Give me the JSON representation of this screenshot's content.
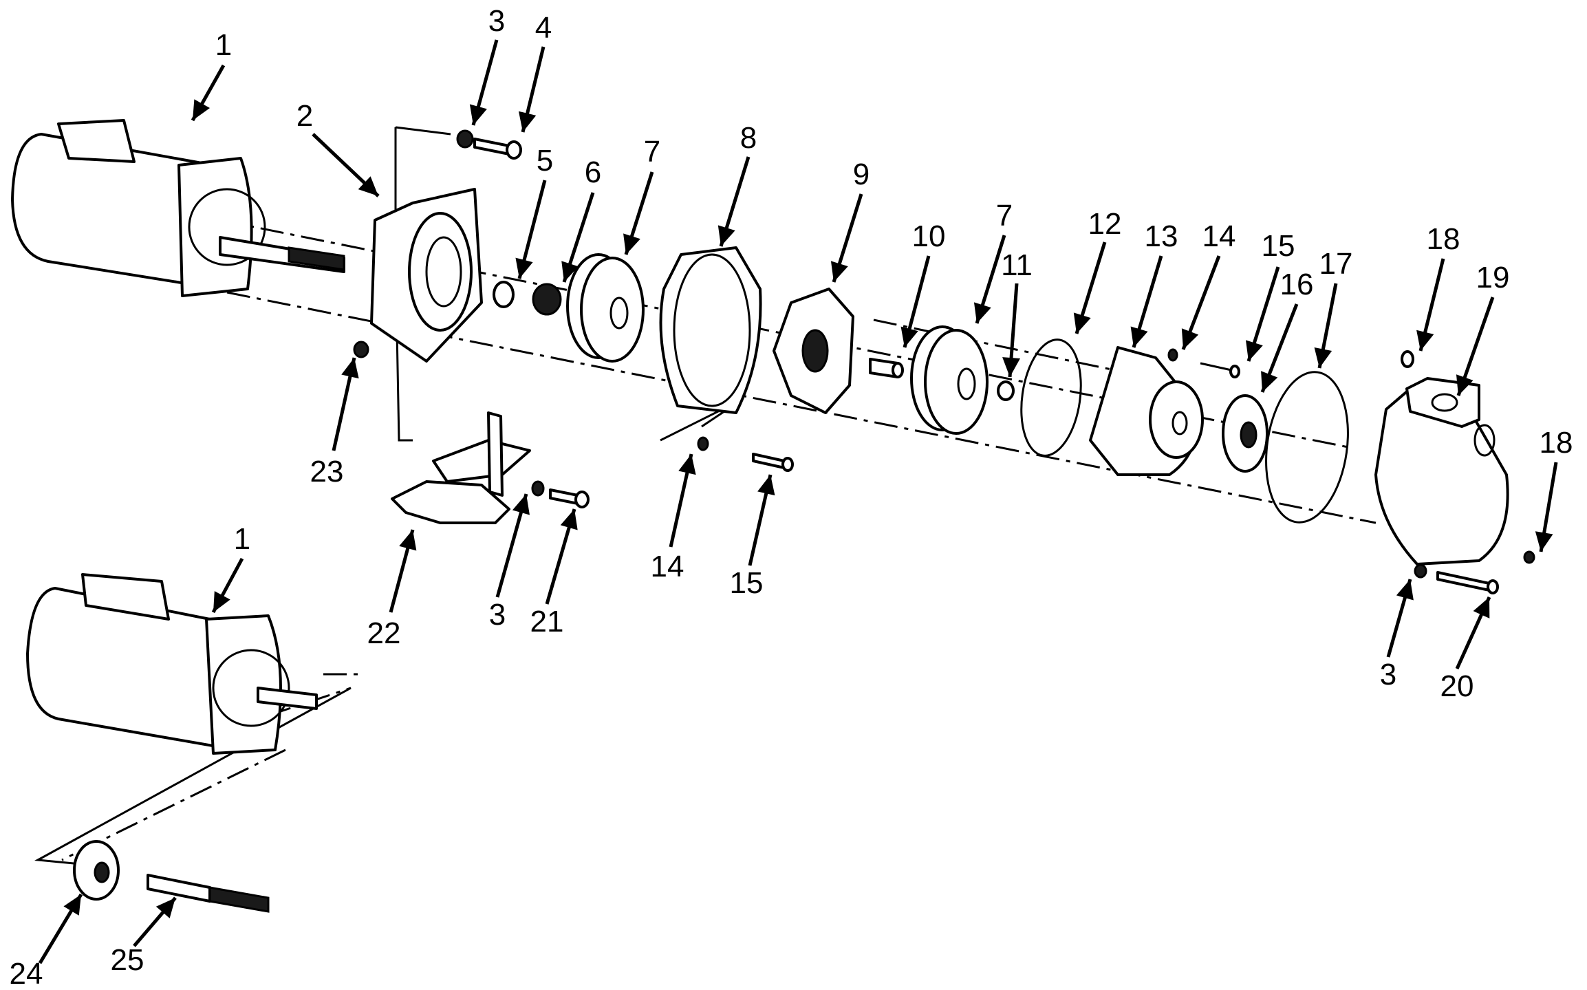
{
  "callouts": [
    {
      "id": "c1a",
      "text": "1"
    },
    {
      "id": "c2",
      "text": "2"
    },
    {
      "id": "c3a",
      "text": "3"
    },
    {
      "id": "c4",
      "text": "4"
    },
    {
      "id": "c5",
      "text": "5"
    },
    {
      "id": "c6",
      "text": "6"
    },
    {
      "id": "c7a",
      "text": "7"
    },
    {
      "id": "c8",
      "text": "8"
    },
    {
      "id": "c9",
      "text": "9"
    },
    {
      "id": "c10",
      "text": "10"
    },
    {
      "id": "c7b",
      "text": "7"
    },
    {
      "id": "c11",
      "text": "11"
    },
    {
      "id": "c12",
      "text": "12"
    },
    {
      "id": "c13",
      "text": "13"
    },
    {
      "id": "c14a",
      "text": "14"
    },
    {
      "id": "c15a",
      "text": "15"
    },
    {
      "id": "c16",
      "text": "16"
    },
    {
      "id": "c17",
      "text": "17"
    },
    {
      "id": "c18a",
      "text": "18"
    },
    {
      "id": "c19",
      "text": "19"
    },
    {
      "id": "c18b",
      "text": "18"
    },
    {
      "id": "c23",
      "text": "23"
    },
    {
      "id": "c22",
      "text": "22"
    },
    {
      "id": "c3b",
      "text": "3"
    },
    {
      "id": "c21",
      "text": "21"
    },
    {
      "id": "c14b",
      "text": "14"
    },
    {
      "id": "c15b",
      "text": "15"
    },
    {
      "id": "c3c",
      "text": "3"
    },
    {
      "id": "c20",
      "text": "20"
    },
    {
      "id": "c1b",
      "text": "1"
    },
    {
      "id": "c24",
      "text": "24"
    },
    {
      "id": "c25",
      "text": "25"
    }
  ],
  "parts": {
    "motor": "motor",
    "adapter_bracket": "adapter bracket",
    "impeller": "impeller",
    "diffuser": "diffuser",
    "volute": "pump casing"
  }
}
